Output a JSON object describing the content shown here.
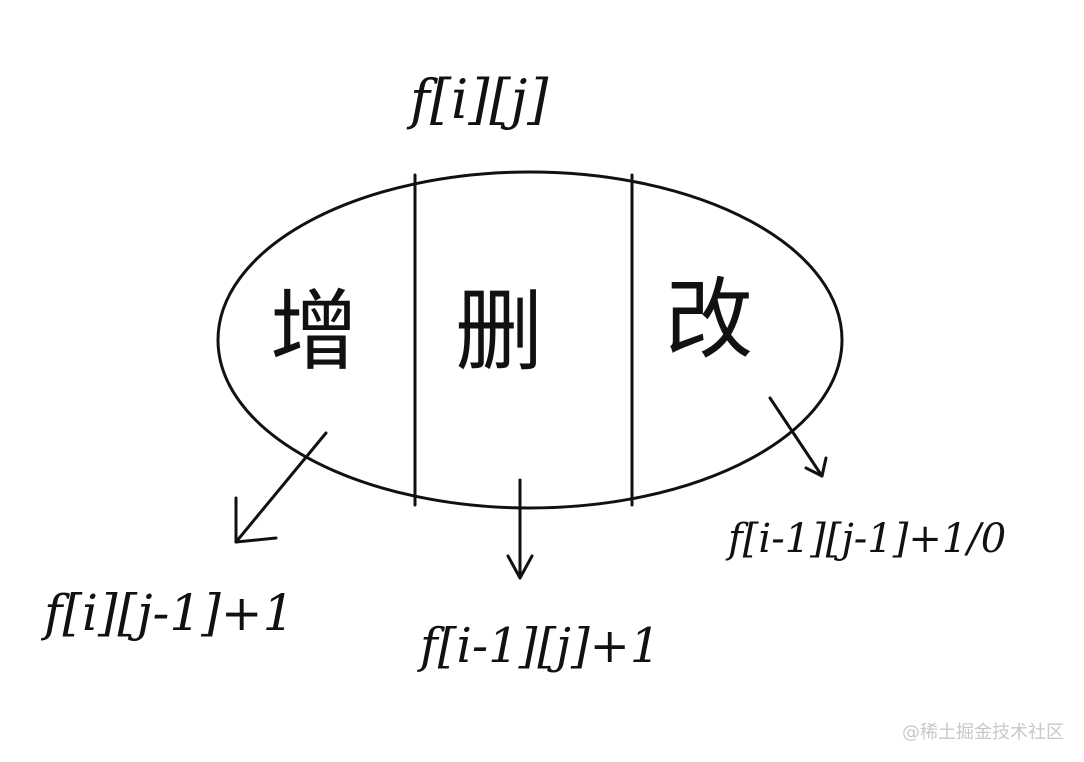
{
  "diagram": {
    "top_label": "f[i][j]",
    "sections": [
      {
        "label": "增",
        "formula": "f[i][j-1]+1"
      },
      {
        "label": "删",
        "formula": "f[i-1][j]+1"
      },
      {
        "label": "改",
        "formula": "f[i-1][j-1]+1/0"
      }
    ]
  },
  "watermark": "@稀土掘金技术社区"
}
